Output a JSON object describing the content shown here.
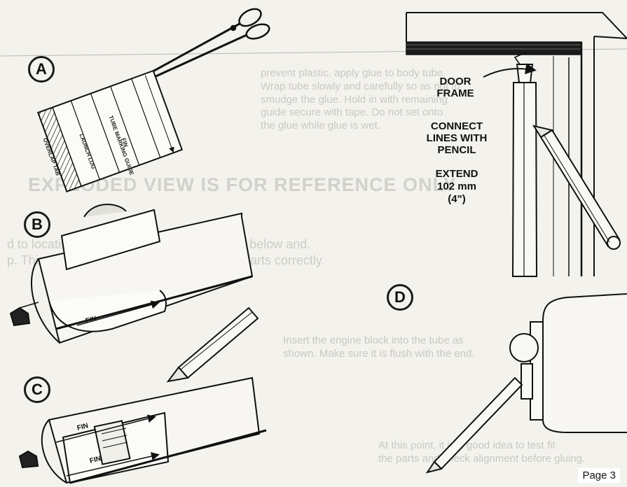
{
  "steps": {
    "a": "A",
    "b": "B",
    "c": "C",
    "d": "D"
  },
  "labels": {
    "door_frame_line1": "DOOR",
    "door_frame_line2": "FRAME",
    "connect_line1": "CONNECT",
    "connect_line2": "LINES WITH",
    "connect_line3": "PENCIL",
    "extend_line1": "EXTEND",
    "extend_line2": "102 mm",
    "extend_line3": "(4\")",
    "fin": "FIN"
  },
  "guide": {
    "title": "TUBE MARKING GUIDE",
    "overlap_tab": "OVERLAP TAB",
    "launch_lug": "LAUNCH LUG",
    "fin": "FIN"
  },
  "footer": {
    "page": "Page 3"
  }
}
